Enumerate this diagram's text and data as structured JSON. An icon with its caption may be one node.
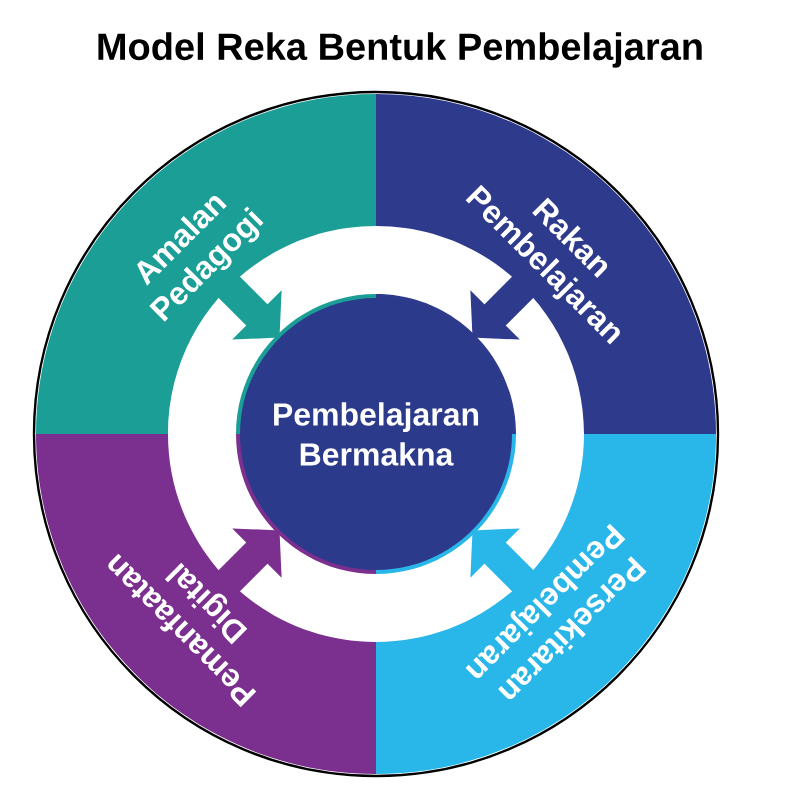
{
  "diagram": {
    "title": "Model Reka Bentuk Pembelajaran",
    "nodes": [
      {
        "text": [
          "Amalan Pedagogi"
        ]
      },
      {
        "text": [
          "Rakan Pembelajaran"
        ]
      },
      {
        "text": [
          "Persekitaran Pembelajaran"
        ]
      },
      {
        "text": [
          "Pemanfaatan Digital"
        ]
      },
      {
        "text": [
          "Pembelajaran Bermakna"
        ]
      }
    ],
    "edges": [
      {
        "from": 0,
        "to": 4,
        "arrow": "to",
        "color": "#1b9e96"
      },
      {
        "from": 1,
        "to": 4,
        "arrow": "to",
        "color": "#2e3a8c"
      },
      {
        "from": 2,
        "to": 4,
        "arrow": "to",
        "color": "#29b6e8"
      },
      {
        "from": 3,
        "to": 4,
        "arrow": "to",
        "color": "#7b2f8e"
      }
    ]
  }
}
